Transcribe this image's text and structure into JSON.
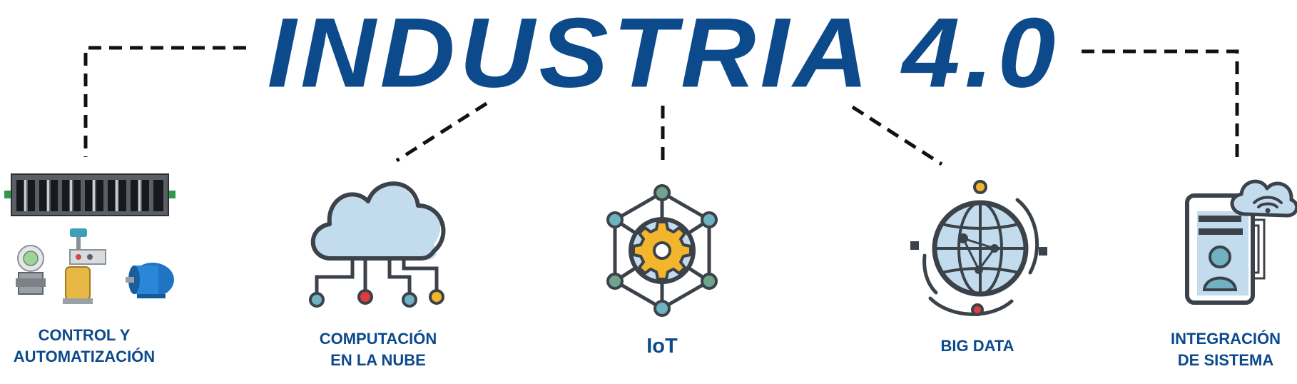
{
  "title": "INDUSTRIA 4.0",
  "colors": {
    "brand_blue": "#0c4a8c",
    "icon_outline": "#3c424a",
    "icon_fill": "#c3dced",
    "accent_yellow": "#f2b52b",
    "accent_red": "#e23b3b",
    "accent_teal": "#6fb3c3"
  },
  "pillars": [
    {
      "id": "control",
      "lines": [
        "CONTROL Y",
        "AUTOMATIZACIÓN"
      ],
      "icon": "plc-and-field-devices-icon"
    },
    {
      "id": "cloud",
      "lines": [
        "COMPUTACIÓN",
        "EN LA NUBE"
      ],
      "icon": "cloud-computing-icon"
    },
    {
      "id": "iot",
      "lines": [
        "IoT"
      ],
      "icon": "iot-network-gear-icon"
    },
    {
      "id": "bigdata",
      "lines": [
        "BIG DATA"
      ],
      "icon": "globe-data-icon"
    },
    {
      "id": "integration",
      "lines": [
        "INTEGRACIÓN",
        "DE SISTEMA"
      ],
      "icon": "system-integration-icon"
    }
  ]
}
